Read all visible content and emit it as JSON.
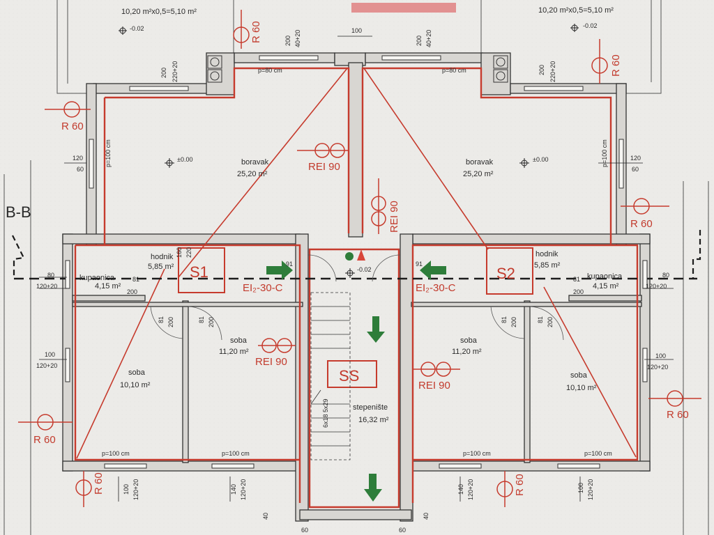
{
  "section_label": "B-B",
  "terrace": {
    "left": "10,20 m²x0,5=5,10 m²",
    "right": "10,20 m²x0,5=5,10 m²"
  },
  "levels": {
    "terrace": "-0.02",
    "floor": "±0.00",
    "stair": "-0.02"
  },
  "rooms": {
    "boravak_left": {
      "name": "boravak",
      "area": "25,20 m²"
    },
    "boravak_right": {
      "name": "boravak",
      "area": "25,20 m²"
    },
    "hodnik_left": {
      "name": "hodnik",
      "area": "5,85 m²"
    },
    "hodnik_right": {
      "name": "hodnik",
      "area": "5,85 m²"
    },
    "kupaonica_left": {
      "name": "kupaonica",
      "area": "4,15 m²"
    },
    "kupaonica_right": {
      "name": "kupaonica",
      "area": "4,15 m²"
    },
    "soba_mid_left": {
      "name": "soba",
      "area": "11,20 m²"
    },
    "soba_mid_right": {
      "name": "soba",
      "area": "11,20 m²"
    },
    "soba_outer_left": {
      "name": "soba",
      "area": "10,10 m²"
    },
    "soba_outer_right": {
      "name": "soba",
      "area": "10,10 m²"
    },
    "stepeniste": {
      "name": "stepenište",
      "area": "16,32 m²"
    }
  },
  "fire_labels": {
    "r60": "R 60",
    "rei90": "REI 90",
    "door": "EI₂-30-C",
    "s1": "S1",
    "s2": "S2",
    "ss": "SS"
  },
  "dimensions": {
    "d100": "100",
    "d200": "200",
    "d40_20": "40+20",
    "d220_20": "220+20",
    "d120": "120",
    "d60": "60",
    "d160": "160",
    "d220": "220",
    "d80": "80",
    "d120_20": "120+20",
    "d81": "81",
    "d91": "91",
    "d140": "140",
    "d40": "40",
    "p100": "p=100 cm",
    "p80": "p=80 cm",
    "d60s": "60",
    "stairs": "6x18\n5x29"
  }
}
